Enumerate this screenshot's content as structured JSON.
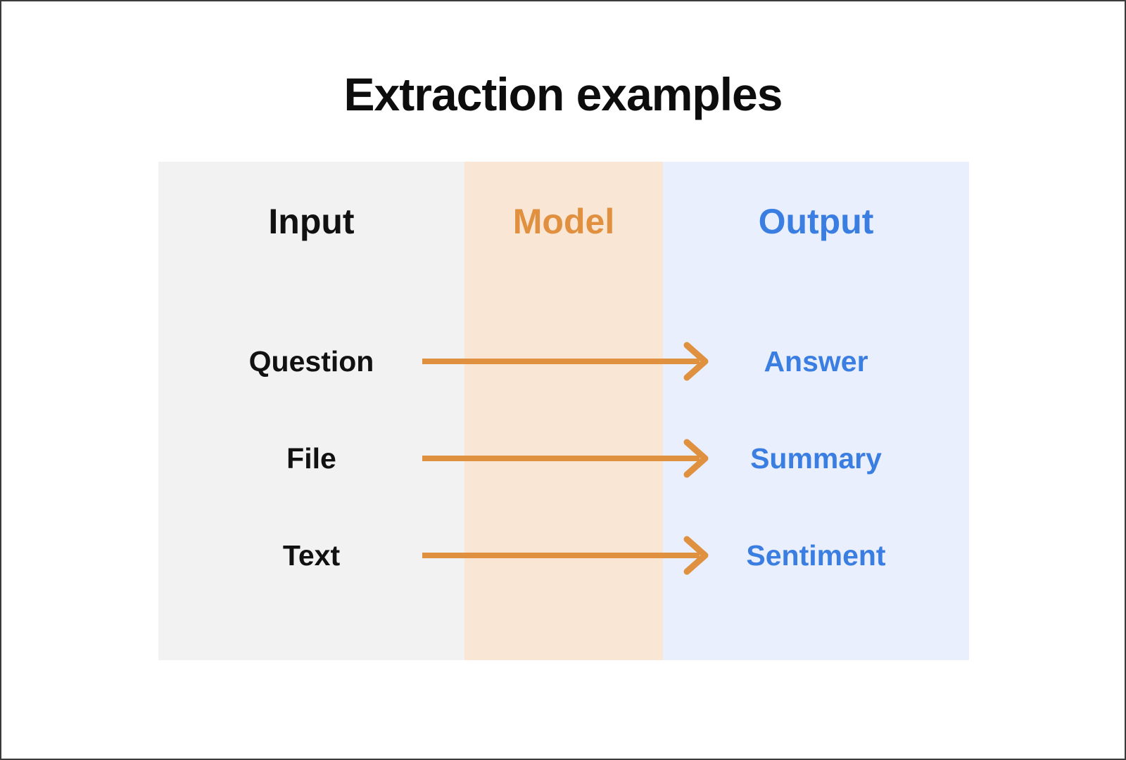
{
  "title": "Extraction examples",
  "table": {
    "columns": [
      {
        "header": "Input",
        "header_color": "#111111",
        "bg_color": "#f2f2f3"
      },
      {
        "header": "Model",
        "header_color": "#e0903f",
        "bg_color": "#f9e6d4"
      },
      {
        "header": "Output",
        "header_color": "#3b7ee2",
        "bg_color": "#e9effc"
      }
    ],
    "rows": [
      {
        "input": "Question",
        "output": "Answer"
      },
      {
        "input": "File",
        "output": "Summary"
      },
      {
        "input": "Text",
        "output": "Sentiment"
      }
    ]
  },
  "arrow": {
    "icon": "right-arrow-icon",
    "color": "#e0913f",
    "count": 3
  }
}
